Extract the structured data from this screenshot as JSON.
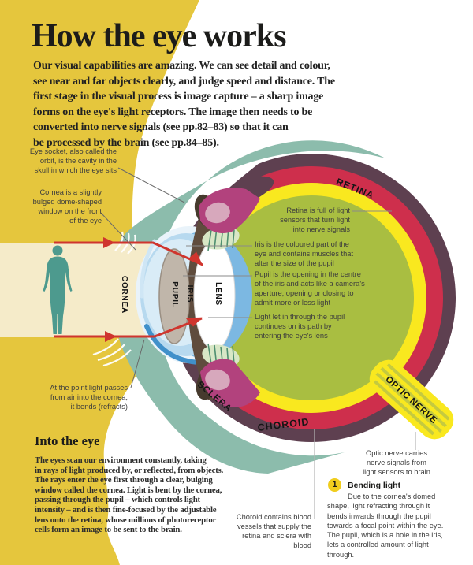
{
  "header": {
    "title": "How the eye works",
    "intro": "Our visual capabilities are amazing. We can see detail and colour,\nsee near and far objects clearly, and judge speed and distance. The\nfirst stage in the visual process is image capture – a sharp image\nforms on the eye's light receptors. The image then needs to be\nconverted into nerve signals (see pp.82–83) so that it can\nbe processed by the brain (see pp.84–85)."
  },
  "diagram": {
    "part_labels": {
      "retina": "RETINA",
      "cornea": "CORNEA",
      "pupil": "PUPIL",
      "iris": "IRIS",
      "lens": "LENS",
      "sclera": "SCLERA",
      "choroid": "CHOROID",
      "optic_nerve": "OPTIC NERVE"
    },
    "callouts": {
      "eye_socket": "Eye socket, also called the\norbit, is the cavity in the\nskull in which the eye sits",
      "cornea": "Cornea is a slightly\nbulged dome-shaped\nwindow on the front\nof the eye",
      "retina": "Retina is full of light\nsensors that turn light\ninto nerve signals",
      "iris": "Iris is the coloured part of the\neye and contains muscles that\nalter the size of the pupil",
      "pupil": "Pupil is the opening in the centre\nof the iris and acts like a camera's\naperture, opening or closing to\nadmit more or less light",
      "light_path": "Light let in through the pupil\ncontinues on its path by\nentering the eye's lens",
      "refraction": "At the point light passes\nfrom air into the cornea,\nit bends (refracts)",
      "optic_nerve": "Optic nerve carries\nnerve signals from\nlight sensors to brain",
      "choroid": "Choroid contains blood\nvessels that supply the\nretina and sclera with blood"
    }
  },
  "into_the_eye": {
    "heading": "Into the eye",
    "body": "The eyes scan our environment constantly, taking\nin rays of light produced by, or reflected, from objects.\nThe rays enter the eye first through a clear, bulging\nwindow called the cornea. Light is bent by the cornea,\npassing through the pupil – which controls light\nintensity – and is then fine-focused by the adjustable\nlens onto the retina, whose millions of photoreceptor\ncells form an image to be sent to the brain."
  },
  "bending_light": {
    "number": "1",
    "heading": "Bending light",
    "body": "Due to the cornea's domed shape, light refracting through it bends inwards through the pupil towards a focal point within the eye. The pupil, which is a hole in the iris, lets a controlled amount of light through."
  },
  "palette": {
    "background_yellow": "#e5c63d",
    "light_beam_cream": "#f5ebc9",
    "socket_teal": "#8cbcac",
    "figure_teal": "#4d9a8e",
    "sclera_plum": "#5e4050",
    "choroid_red": "#ce2f4c",
    "retina_yellow": "#f9e81f",
    "vitreous_green": "#a9be41",
    "cornea_blue": "#b7d9ef",
    "iris_brown": "#5f4c3d",
    "pupil_grey": "#c0b6aa",
    "ciliary_magenta": "#b2427d",
    "ray_red": "#cf352e",
    "badge_yellow": "#f0cd1d"
  }
}
